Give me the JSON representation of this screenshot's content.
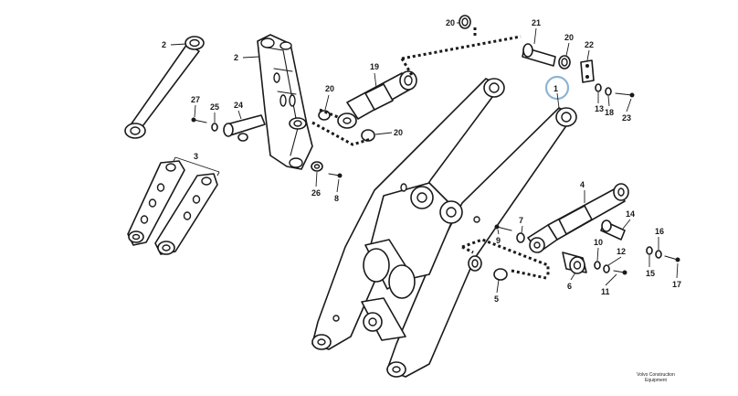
{
  "callouts": {
    "c1": "1",
    "c2a": "2",
    "c2b": "2",
    "c3": "3",
    "c4": "4",
    "c5": "5",
    "c6": "6",
    "c7": "7",
    "c8": "8",
    "c9": "9",
    "c10": "10",
    "c11": "11",
    "c12": "12",
    "c13": "13",
    "c14": "14",
    "c15": "15",
    "c16": "16",
    "c17": "17",
    "c18": "18",
    "c19": "19",
    "c20a": "20",
    "c20b": "20",
    "c20c": "20",
    "c20d": "20",
    "c21": "21",
    "c22": "22",
    "c23": "23",
    "c24": "24",
    "c25": "25",
    "c26": "26",
    "c27": "27"
  },
  "highlighted_part": "1",
  "highlight_color": "#8fb3d4",
  "footer": {
    "brand_line1": "Volvo Construction",
    "brand_line2": "Equipment"
  }
}
